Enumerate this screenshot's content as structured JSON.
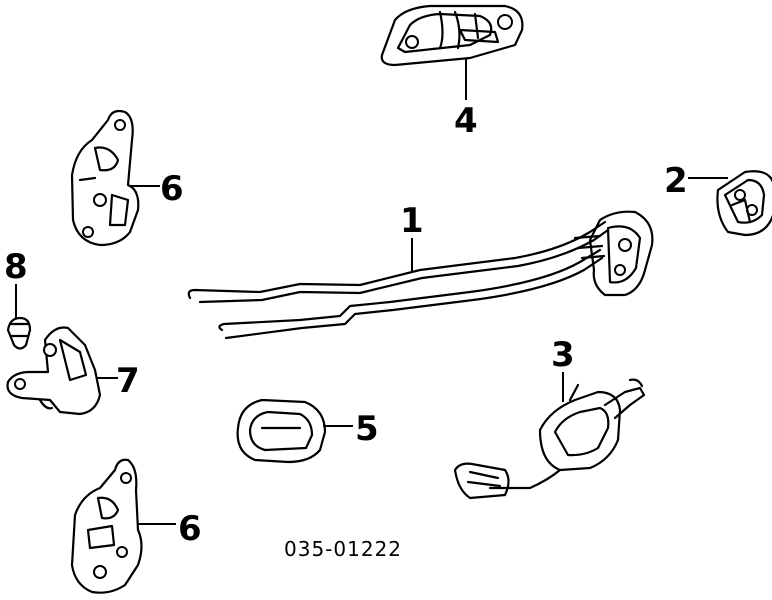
{
  "diagram": {
    "callouts": {
      "rod_assembly": "1",
      "striker": "2",
      "actuator": "3",
      "outside_handle": "4",
      "inside_handle": "5",
      "upper_hinge": "6",
      "lower_hinge": "6",
      "door_check": "7",
      "clip": "8"
    },
    "part_code": "035-01222"
  }
}
